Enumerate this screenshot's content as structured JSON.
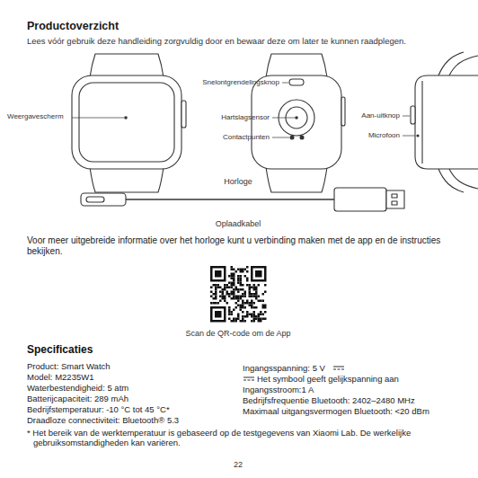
{
  "diagram": {
    "title": "Productoverzicht",
    "labels": [
      "Lees vóór gebruik deze handleiding zorgvuldig door en bewaar deze om later te kunnen raadplegen.",
      "Snelontgrendelingsknop",
      "Weergavescherm",
      "Hartslagsensor",
      "Aan-uitknop",
      "Microfoon",
      "Contactpunten",
      "Horloge",
      "Oplaadkabel",
      "Voor meer uitgebreide informatie over het horloge kunt u verbinding maken met de app en de instructies bekijken.",
      "Scan de QR-code om de App",
      "Specificaties",
      "Product: Smart Watch",
      "Model: M2235W1",
      "Waterbestendigheid: 5 atm",
      "Batterijcapaciteit: 289 mAh",
      "Bedrijfstemperatuur: -10 °C tot 45 °C*",
      "Draadloze connectiviteit: Bluetooth® 5.3",
      "Ingangsspanning: 5 V",
      "Het symbool geeft gelijkspanning aan",
      "Ingangsstroom:1 A",
      "Bedrijfsfrequentie Bluetooth: 2402–2480 MHz",
      "Maximaal uitgangsvermogen Bluetooth: <20 dBm",
      "* Het bereik van de werktemperatuur is gebaseerd op de testgegevens van Xiaomi Lab. De werkelijke gebruiksomstandigheden kan variëren.",
      "22"
    ]
  }
}
